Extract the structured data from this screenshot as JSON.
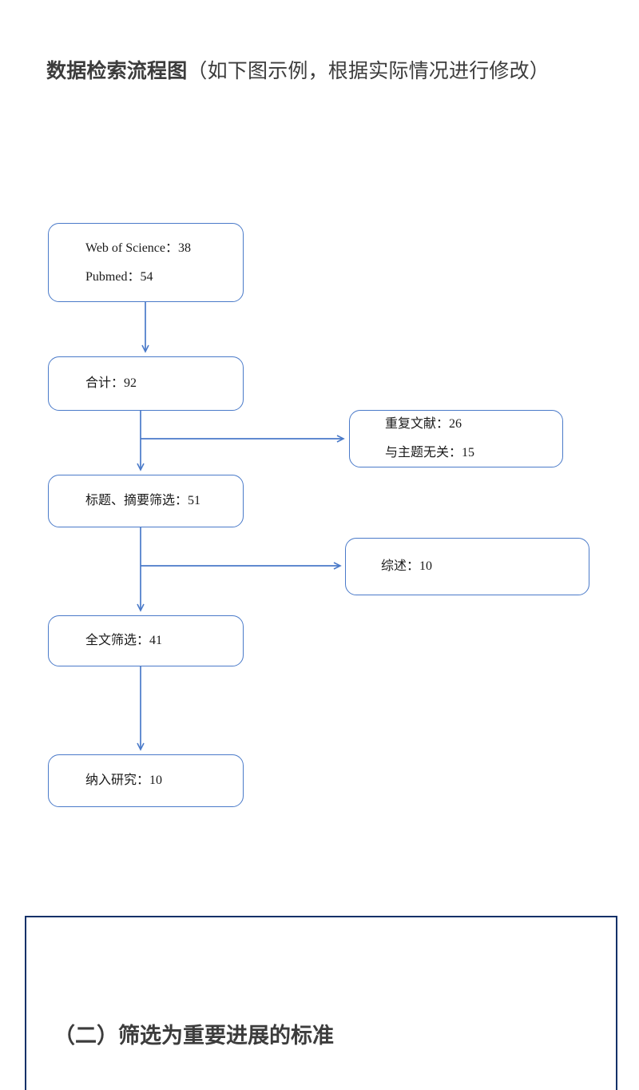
{
  "document": {
    "heading_bold": "数据检索流程图",
    "heading_rest": "（如下图示例，根据实际情况进行修改）"
  },
  "colors": {
    "flow_border": "#4a7ac9",
    "flow_arrow": "#4a7ac9",
    "frame_border": "#123168",
    "text": "#1a1a1a",
    "heading_text": "#3c3c3c"
  },
  "flowchart": {
    "type": "flowchart",
    "title": "数据检索流程图",
    "nodes": [
      {
        "id": "sources",
        "name": "database-sources",
        "lines": [
          "Web of Science：38",
          "Pubmed：54"
        ]
      },
      {
        "id": "total",
        "name": "total-records",
        "lines": [
          "合计：92"
        ]
      },
      {
        "id": "excluded-duplicates",
        "name": "excluded-duplicates",
        "lines": [
          "重复文献：26",
          "与主题无关：15"
        ]
      },
      {
        "id": "title-abstract",
        "name": "title-abstract-screening",
        "lines": [
          "标题、摘要筛选：51"
        ]
      },
      {
        "id": "excluded-reviews",
        "name": "excluded-reviews",
        "lines": [
          "综述：10"
        ]
      },
      {
        "id": "fulltext",
        "name": "fulltext-screening",
        "lines": [
          "全文筛选：41"
        ]
      },
      {
        "id": "included",
        "name": "included-studies",
        "lines": [
          "纳入研究：10"
        ]
      }
    ],
    "edges": [
      {
        "from": "sources",
        "to": "total",
        "direction": "down"
      },
      {
        "from": "total",
        "to": "title-abstract",
        "direction": "down"
      },
      {
        "from": "total",
        "to": "excluded-duplicates",
        "direction": "right"
      },
      {
        "from": "title-abstract",
        "to": "fulltext",
        "direction": "down"
      },
      {
        "from": "title-abstract",
        "to": "excluded-reviews",
        "direction": "right"
      },
      {
        "from": "fulltext",
        "to": "included",
        "direction": "down"
      }
    ]
  },
  "section": {
    "heading": "（二）筛选为重要进展的标准"
  }
}
